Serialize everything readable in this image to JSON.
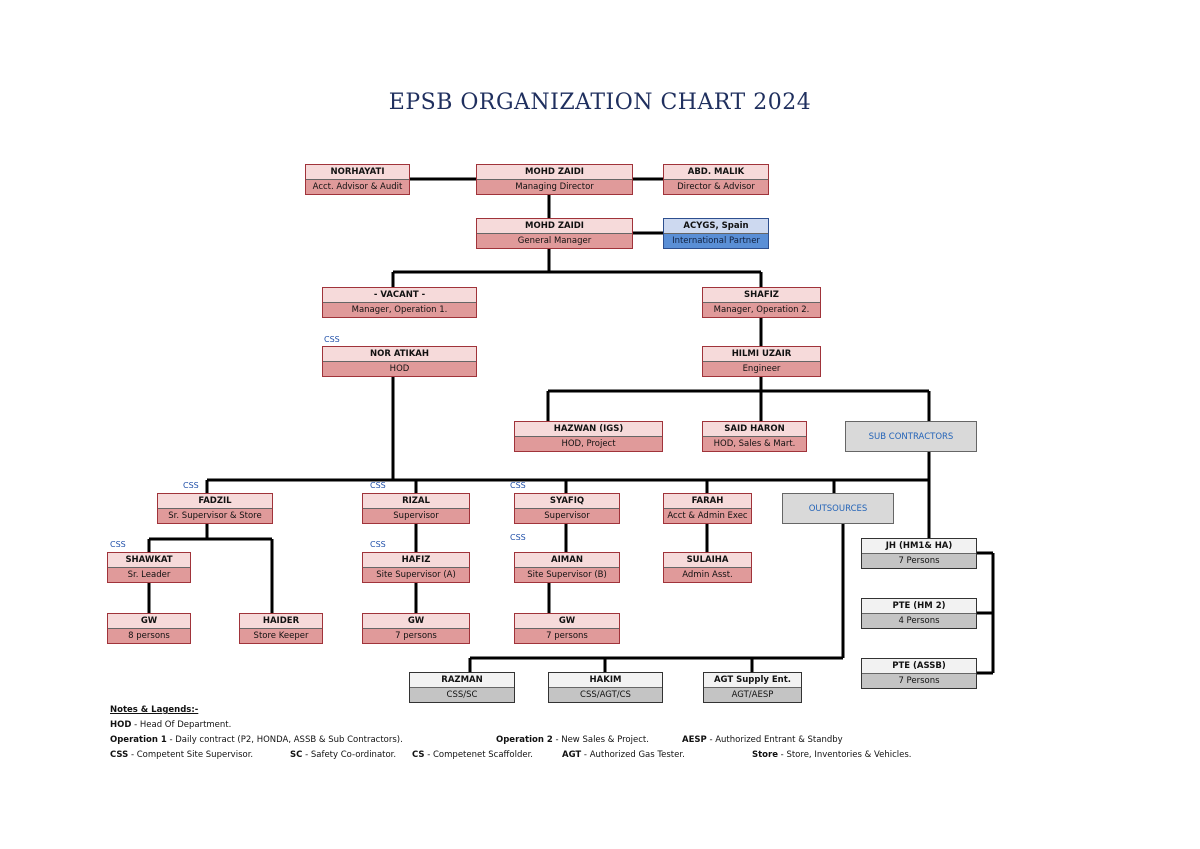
{
  "title": "EPSB ORGANIZATION CHART 2024",
  "nodes": {
    "norhayati": {
      "name": "NORHAYATI",
      "role": "Acct. Advisor & Audit"
    },
    "zaidi_md": {
      "name": "MOHD ZAIDI",
      "role": "Managing Director"
    },
    "malik": {
      "name": "ABD. MALIK",
      "role": "Director & Advisor"
    },
    "zaidi_gm": {
      "name": "MOHD ZAIDI",
      "role": "General Manager"
    },
    "acygs": {
      "name": "ACYGS, Spain",
      "role": "International Partner"
    },
    "vacant": {
      "name": "- VACANT -",
      "role": "Manager, Operation 1."
    },
    "shafiz": {
      "name": "SHAFIZ",
      "role": "Manager, Operation 2."
    },
    "atikah": {
      "name": "NOR ATIKAH",
      "role": "HOD"
    },
    "hilmi": {
      "name": "HILMI UZAIR",
      "role": "Engineer"
    },
    "hazwan": {
      "name": "HAZWAN (IGS)",
      "role": "HOD, Project"
    },
    "said": {
      "name": "SAID HARON",
      "role": "HOD, Sales & Mart."
    },
    "fadzil": {
      "name": "FADZIL",
      "role": "Sr. Supervisor & Store"
    },
    "rizal": {
      "name": "RIZAL",
      "role": "Supervisor"
    },
    "syafiq": {
      "name": "SYAFIQ",
      "role": "Supervisor"
    },
    "farah": {
      "name": "FARAH",
      "role": "Acct & Admin Exec"
    },
    "shawkat": {
      "name": "SHAWKAT",
      "role": "Sr. Leader"
    },
    "hafiz": {
      "name": "HAFIZ",
      "role": "Site Supervisor (A)"
    },
    "aiman": {
      "name": "AIMAN",
      "role": "Site Supervisor (B)"
    },
    "sulaiha": {
      "name": "SULAIHA",
      "role": "Admin Asst."
    },
    "gw1": {
      "name": "GW",
      "role": "8 persons"
    },
    "haider": {
      "name": "HAIDER",
      "role": "Store Keeper"
    },
    "gw2": {
      "name": "GW",
      "role": "7 persons"
    },
    "gw3": {
      "name": "GW",
      "role": "7 persons"
    },
    "jh": {
      "name": "JH (HM1& HA)",
      "role": "7 Persons"
    },
    "pte_hm2": {
      "name": "PTE (HM 2)",
      "role": "4 Persons"
    },
    "pte_assb": {
      "name": "PTE (ASSB)",
      "role": "7 Persons"
    },
    "razman": {
      "name": "RAZMAN",
      "role": "CSS/SC"
    },
    "hakim": {
      "name": "HAKIM",
      "role": "CSS/AGT/CS"
    },
    "agt": {
      "name": "AGT Supply Ent.",
      "role": "AGT/AESP"
    }
  },
  "groups": {
    "sub_contractors": "SUB CONTRACTORS",
    "outsources": "OUTSOURCES"
  },
  "css_label": "CSS",
  "notes": {
    "heading": "Notes & Lagends:-",
    "hod_k": "HOD",
    "hod_v": " - Head Of Department.",
    "op1_k": "Operation 1",
    "op1_v": " - Daily contract (P2, HONDA, ASSB & Sub Contractors).",
    "op2_k": "Operation 2",
    "op2_v": " - New Sales & Project.",
    "aesp_k": "AESP",
    "aesp_v": " - Authorized Entrant & Standby",
    "css_k": "CSS",
    "css_v": " - Competent Site Supervisor.",
    "sc_k": "SC",
    "sc_v": " - Safety Co-ordinator.",
    "cs_k": "CS",
    "cs_v": " - Competenet Scaffolder.",
    "agt_k": "AGT",
    "agt_v": " - Authorized Gas Tester.",
    "store_k": "Store",
    "store_v": " - Store, Inventories & Vehicles."
  },
  "colors": {
    "line": "#000000",
    "title": "#1f2f5e",
    "css_text": "#1f4fa8"
  }
}
